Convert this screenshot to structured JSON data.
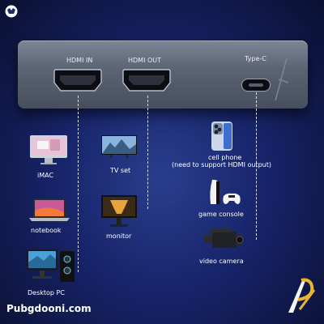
{
  "ports": {
    "hdmi_in": "HDMI IN",
    "hdmi_out": "HDMI OUT",
    "type_c": "Type-C"
  },
  "devices": {
    "imac": "iMAC",
    "notebook": "notebook",
    "desktop_pc": "Desktop PC",
    "tv_set": "TV set",
    "monitor": "monitor",
    "cell_phone": "cell phone",
    "cell_phone_note": "(need to support HDMI output)",
    "game_console": "game console",
    "video_camera": "video camera"
  },
  "watermark": "Pubgdooni.com",
  "colors": {
    "background": "#17246a",
    "device_body": "#5c6475",
    "wire": "#d8dce8",
    "brand_gold": "#e8b531"
  }
}
